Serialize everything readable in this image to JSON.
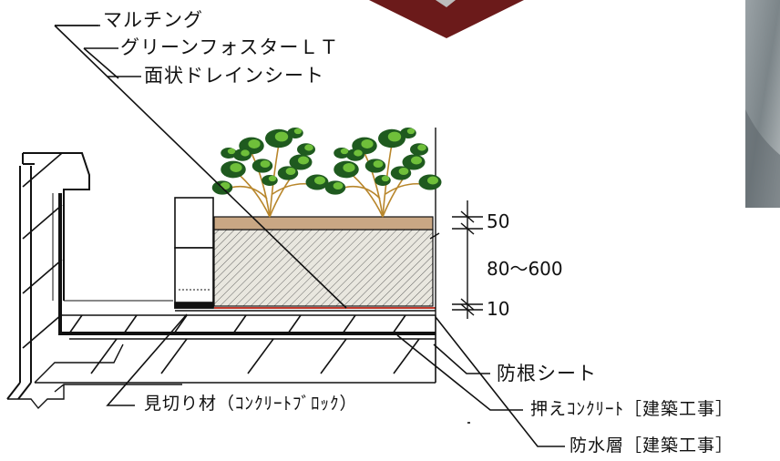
{
  "labels": {
    "mulching": "マルチング",
    "green_foster": "グリーンフォスターＬＴ",
    "drain_sheet": "面状ドレインシート",
    "parting_material": "見切り材（ｺﾝｸﾘｰﾄﾌﾞﾛｯｸ）",
    "root_barrier": "防根シート",
    "pressed_concrete": "押えｺﾝｸﾘｰﾄ［建築工事］",
    "waterproof_layer": "防水層［建築工事］"
  },
  "dimensions": {
    "top": "50",
    "middle": "80〜600",
    "bottom": "10"
  },
  "colors": {
    "mulch": "#c9a784",
    "soil_fill": "#e8e6df",
    "waterproof_line": "#c0392b",
    "roof_panel": "#6b1a1a",
    "leaf_dark": "#1f5a1f",
    "leaf_light": "#6fbf3a",
    "trunk": "#b8862b"
  },
  "icons": {
    "plant_left": "tree-icon",
    "plant_right": "tree-icon"
  }
}
